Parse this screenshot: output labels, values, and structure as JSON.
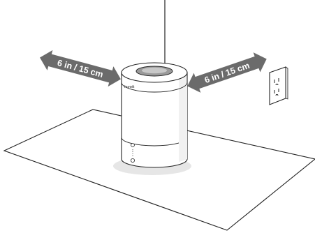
{
  "clearance": {
    "left_label": "6 in / 15 cm",
    "right_label": "6 in / 15 cm"
  },
  "humidifier": {
    "brand": "levoit"
  },
  "icons": {
    "humidifier": "humidifier-icon",
    "outlet": "wall-outlet-icon",
    "power_cord": "power-cord-icon",
    "arrow": "double-arrow-icon"
  },
  "colors": {
    "arrow_fill": "#6b6b6b",
    "line": "#222222",
    "floor": "#ffffff"
  }
}
